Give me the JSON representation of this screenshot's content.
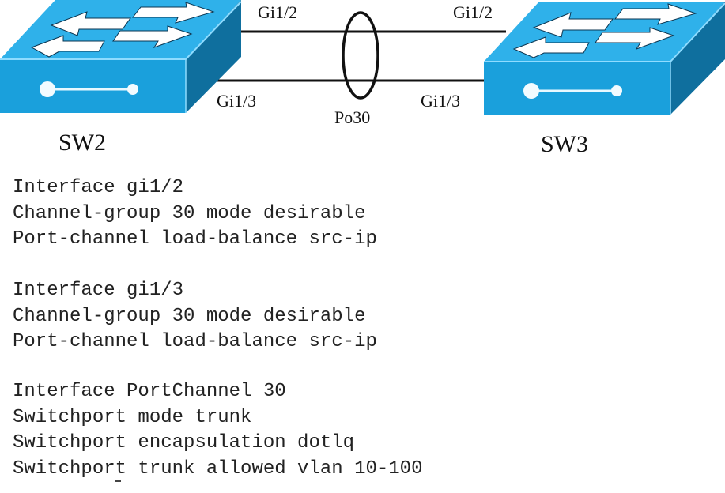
{
  "colors": {
    "switch_front": "#1aa0dc",
    "switch_top": "#2fb1ea",
    "switch_side": "#0f6f9e",
    "switch_edge": "#8fdcff",
    "link": "#111111"
  },
  "topology": {
    "switches": [
      {
        "name": "SW2",
        "icon": "switch-icon"
      },
      {
        "name": "SW3",
        "icon": "switch-icon"
      }
    ],
    "links": [
      {
        "left_port": "Gi1/2",
        "right_port": "Gi1/2"
      },
      {
        "left_port": "Gi1/3",
        "right_port": "Gi1/3"
      }
    ],
    "bundle_label": "Po30"
  },
  "config": {
    "blocks": [
      {
        "lines": [
          "Interface gi1/2",
          "Channel-group 30 mode desirable",
          "Port-channel load-balance src-ip"
        ]
      },
      {
        "lines": [
          "Interface gi1/3",
          "Channel-group 30 mode desirable",
          "Port-channel load-balance src-ip"
        ]
      },
      {
        "lines": [
          "Interface PortChannel 30",
          "Switchport mode trunk",
          "Switchport encapsulation dotlq",
          "Switchport trunk allowed vlan 10-100"
        ]
      }
    ]
  }
}
